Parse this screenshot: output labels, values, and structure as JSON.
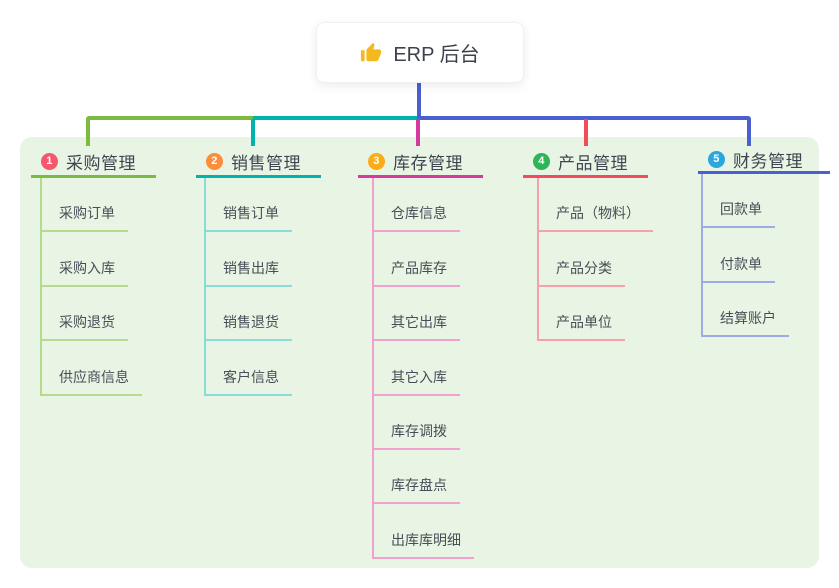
{
  "root": {
    "label": "ERP 后台",
    "icon": "thumbs-up-icon",
    "connector_color": "#4a5fd0"
  },
  "panel_color": "#e8f5e4",
  "branches": [
    {
      "badge": "1",
      "label": "采购管理",
      "badge_color": "#f6586c",
      "theme": "#7cbb41",
      "child_color": "#b5da8d",
      "children": [
        "采购订单",
        "采购入库",
        "采购退货",
        "供应商信息"
      ]
    },
    {
      "badge": "2",
      "label": "销售管理",
      "badge_color": "#fb8e3c",
      "theme": "#00b3ae",
      "child_color": "#8adcd7",
      "children": [
        "销售订单",
        "销售出库",
        "销售退货",
        "客户信息"
      ]
    },
    {
      "badge": "3",
      "label": "库存管理",
      "badge_color": "#fbac19",
      "theme": "#d63a9e",
      "child_color": "#f3a0ce",
      "children": [
        "仓库信息",
        "产品库存",
        "其它出库",
        "其它入库",
        "库存调拨",
        "库存盘点",
        "出库库明细"
      ]
    },
    {
      "badge": "4",
      "label": "产品管理",
      "badge_color": "#2fb457",
      "theme": "#f5495c",
      "child_color": "#f7a2ab",
      "children": [
        "产品（物料）",
        "产品分类",
        "产品单位"
      ]
    },
    {
      "badge": "5",
      "label": "财务管理",
      "badge_color": "#2ba6de",
      "theme": "#4a5fd0",
      "child_color": "#9cade3",
      "children": [
        "回款单",
        "付款单",
        "结算账户"
      ]
    }
  ]
}
